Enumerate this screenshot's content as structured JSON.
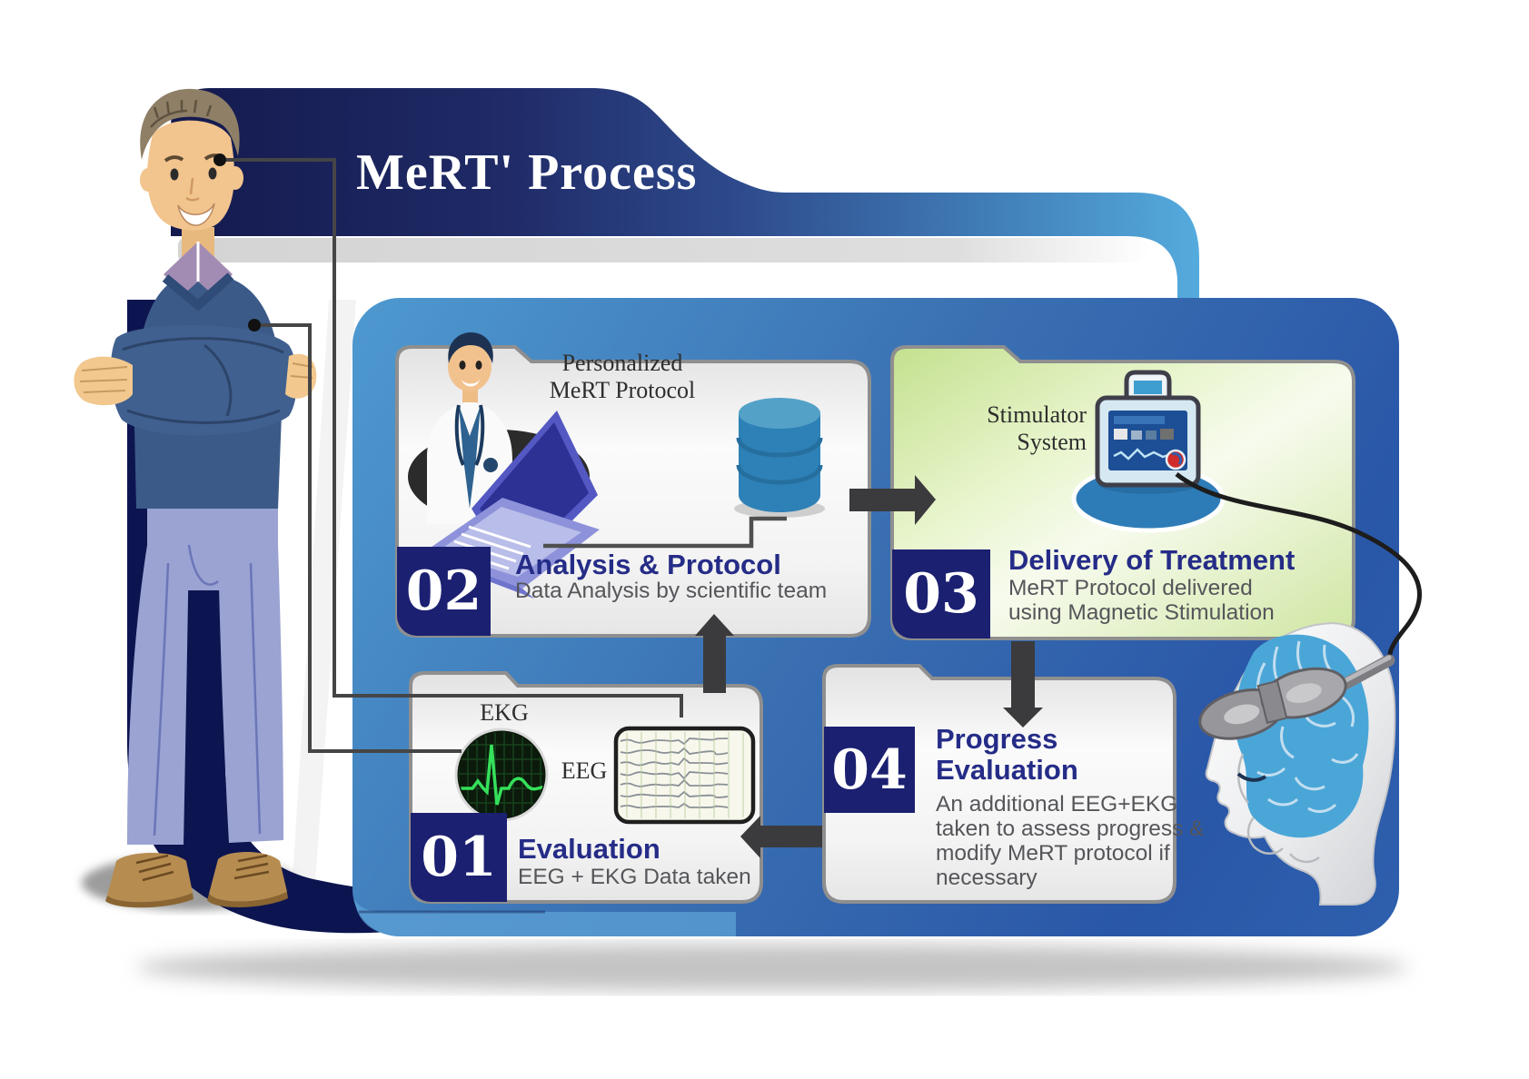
{
  "title": "MeRT' Process",
  "steps": [
    {
      "num": "01",
      "title": "Evaluation",
      "desc": "EEG + EKG Data taken"
    },
    {
      "num": "02",
      "title": "Analysis & Protocol",
      "desc": "Data Analysis by scientific team",
      "label_lines": [
        "Personalized",
        "MeRT Protocol"
      ]
    },
    {
      "num": "03",
      "title": "Delivery of Treatment",
      "desc": "MeRT Protocol delivered using Magnetic Stimulation",
      "label_lines": [
        "Stimulator",
        "System"
      ]
    },
    {
      "num": "04",
      "title": "Progress Evaluation",
      "desc": "An additional EEG+EKG taken to assess progress & modify MeRT protocol if necessary"
    }
  ],
  "labels": {
    "ekg": "EKG",
    "eeg": "EEG"
  },
  "colors": {
    "folder_navy": "#161c50",
    "folder_lightblue": "#52a7d9",
    "panel_blue": "#2e5fae",
    "card_green": "#d6eaaa",
    "accent_navy": "#1b2071",
    "heading_navy": "#252c87",
    "arrow_gray": "#3b3b3d",
    "body_text": "#55565a",
    "ekg_green": "#35e05a"
  }
}
